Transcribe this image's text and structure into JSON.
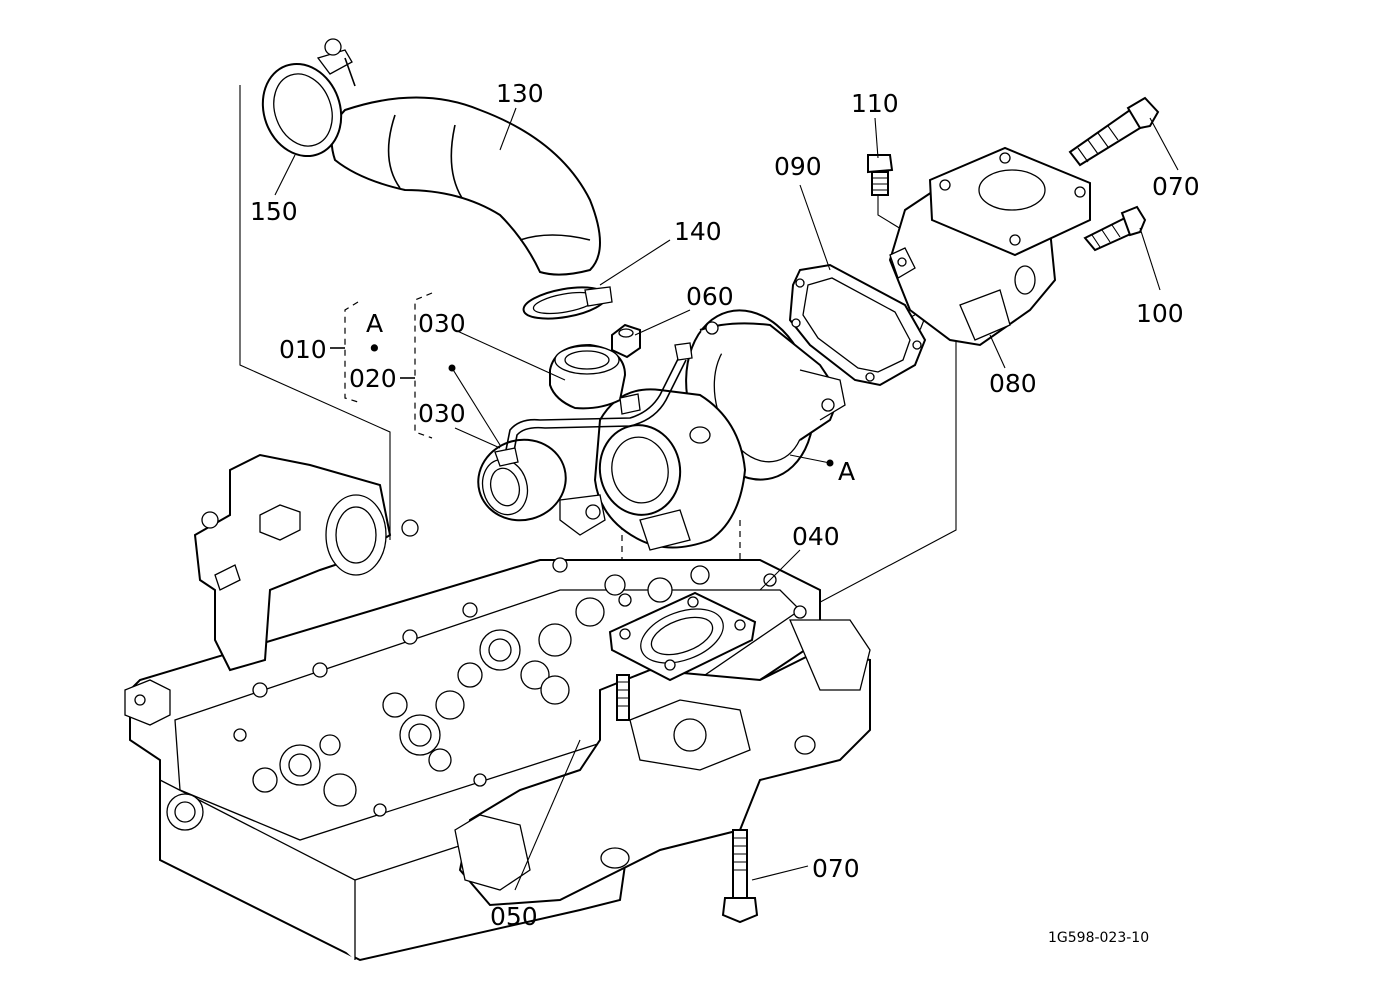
{
  "diagram": {
    "reference_code": "1G598-023-10",
    "labels": {
      "p130": "130",
      "p150": "150",
      "p140": "140",
      "p060": "060",
      "p090": "090",
      "p110": "110",
      "p070_top": "070",
      "p100": "100",
      "p080": "080",
      "p010": "010",
      "pA_top": "A",
      "pDot": "•",
      "p020": "020",
      "p030_top": "030",
      "p030_bottom": "030",
      "pA_right": "A",
      "p040": "040",
      "p050": "050",
      "p070_bottom": "070"
    }
  }
}
